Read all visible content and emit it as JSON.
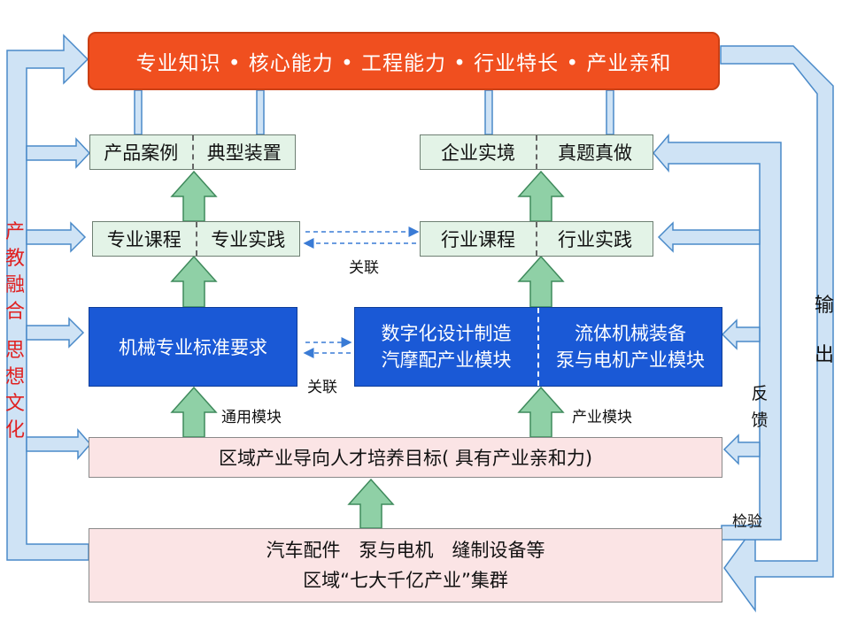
{
  "top_banner": "专业知识 • 核心能力 • 工程能力 • 行业特长 • 产业亲和",
  "left_column": {
    "product_case": "产品案例",
    "typical_device": "典型装置",
    "major_course": "专业课程",
    "major_practice": "专业实践",
    "mech_standard": "机械专业标准要求"
  },
  "right_column": {
    "enterprise_scene": "企业实境",
    "real_project": "真题真做",
    "industry_course": "行业课程",
    "industry_practice": "行业实践",
    "digital_module_line1": "数字化设计制造",
    "digital_module_line2": "汽摩配产业模块",
    "fluid_module_line1": "流体机械装备",
    "fluid_module_line2": "泵与电机产业模块"
  },
  "talent_goal": "区域产业导向人才培养目标( 具有产业亲和力)",
  "industry_cluster": {
    "line1": "汽车配件　泵与电机　缝制设备等",
    "line2": "区域“七大千亿产业”集群"
  },
  "labels": {
    "relation_top": "关联",
    "relation_mid": "关联",
    "common_module": "通用模块",
    "industry_module": "产业模块",
    "feedback": "反馈",
    "inspection": "检验",
    "output": "输出",
    "integration": "产教融合",
    "ideology": "思想文化"
  },
  "colors": {
    "top_banner": "#f04f1f",
    "blue_box": "#1a59d6",
    "green_box": "#e3f3e7",
    "pink_box": "#fbe4e5",
    "arrow_green": "#8fd0a6",
    "outer_arrow": "#cfe3f5",
    "vertical_text_red": "#e02020"
  }
}
